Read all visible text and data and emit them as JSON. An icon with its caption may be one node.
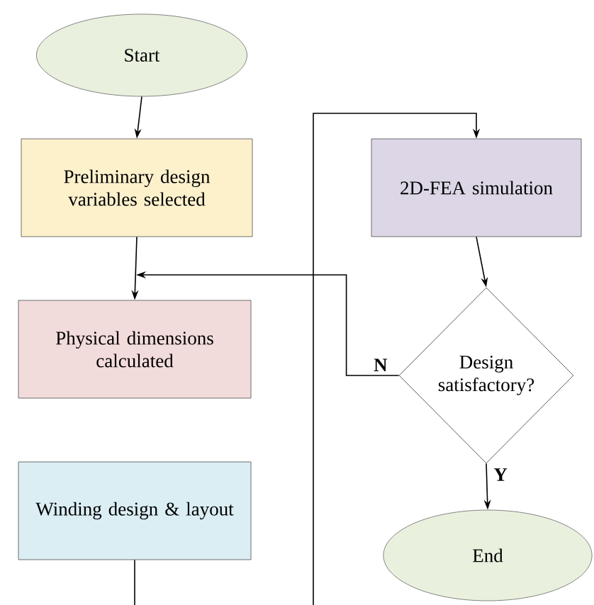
{
  "diagram": {
    "nodes": [
      {
        "text": [
          "Start"
        ]
      },
      {
        "text": [
          "Preliminary design variables selected"
        ]
      },
      {
        "text": [
          "Physical dimensions calculated"
        ]
      },
      {
        "text": [
          "Winding design & layout"
        ]
      },
      {
        "text": [
          "2D-FEA simulation"
        ]
      },
      {
        "text": [
          "Design satisfactory?"
        ]
      },
      {
        "text": [
          "End"
        ]
      }
    ],
    "edges": [
      {
        "from": 0,
        "to": 1,
        "arrow": "to"
      },
      {
        "from": 1,
        "to": 2,
        "arrow": "to"
      },
      {
        "from": 3,
        "to": null,
        "arrow": "none"
      },
      {
        "from": null,
        "to": 4,
        "arrow": "to"
      },
      {
        "from": 4,
        "to": 5,
        "arrow": "to"
      },
      {
        "from": 5,
        "to": 2,
        "label": "N",
        "arrow": "to"
      },
      {
        "from": 5,
        "to": 6,
        "label": "Y",
        "arrow": "to"
      }
    ]
  }
}
